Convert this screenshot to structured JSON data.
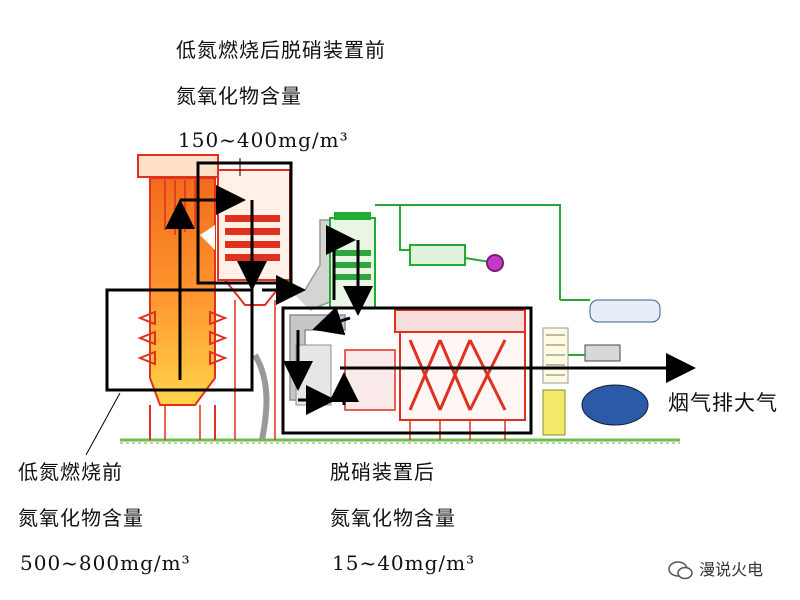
{
  "annotations": {
    "top": {
      "line1": "低氮燃烧后脱硝装置前",
      "line2": "氮氧化物含量",
      "line3": "150~400mg/m³"
    },
    "bottom_left": {
      "line1": "低氮燃烧前",
      "line2": "氮氧化物含量",
      "line3": "500~800mg/m³"
    },
    "bottom_middle": {
      "line1": "脱硝装置后",
      "line2": "氮氧化物含量",
      "line3": "15~40mg/m³"
    },
    "exhaust": "烟气排大气"
  },
  "watermark": {
    "text": "漫说火电",
    "icon": "wechat-bubble-icon"
  },
  "colors": {
    "furnace_fill_top": "#f06a1c",
    "furnace_fill_bottom": "#ffd34a",
    "equipment_red": "#e0301e",
    "duct_grey": "#b9b9b9",
    "pipe_green": "#22aa33",
    "ground_green": "#6fbf4f",
    "flow_arrow": "#000000"
  }
}
